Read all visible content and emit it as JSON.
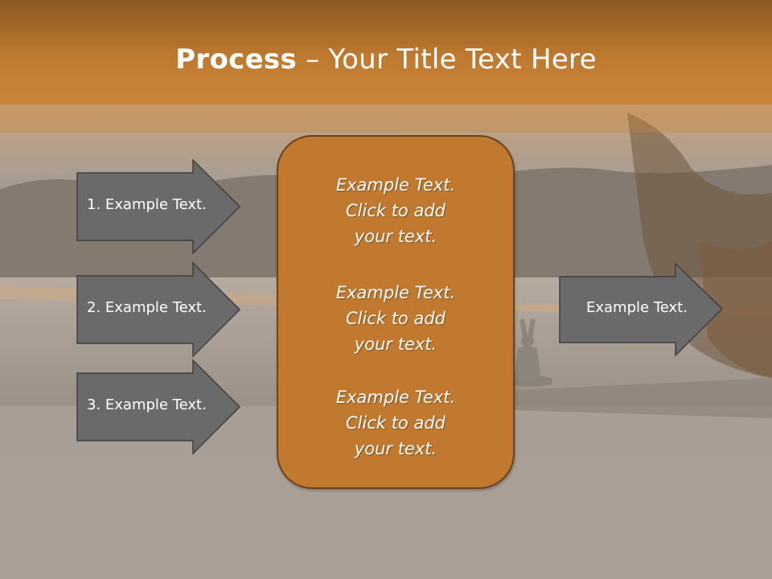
{
  "slide": {
    "title_bold": "Process",
    "title_rest": " – Your Title Text Here",
    "left_arrows": [
      {
        "label": "1. Example Text."
      },
      {
        "label": "2. Example Text."
      },
      {
        "label": "3. Example Text."
      }
    ],
    "center_items": [
      {
        "text": "Example Text.\nClick  to add\nyour text."
      },
      {
        "text": "Example Text.\nClick  to add\nyour text."
      },
      {
        "text": "Example Text.\nClick  to add\nyour text."
      }
    ],
    "right_arrow": {
      "label": "Example Text."
    }
  },
  "colors": {
    "header_orange": "#b8702a",
    "box_fill": "#c0792e",
    "arrow_fill": "#6a6a6a"
  }
}
